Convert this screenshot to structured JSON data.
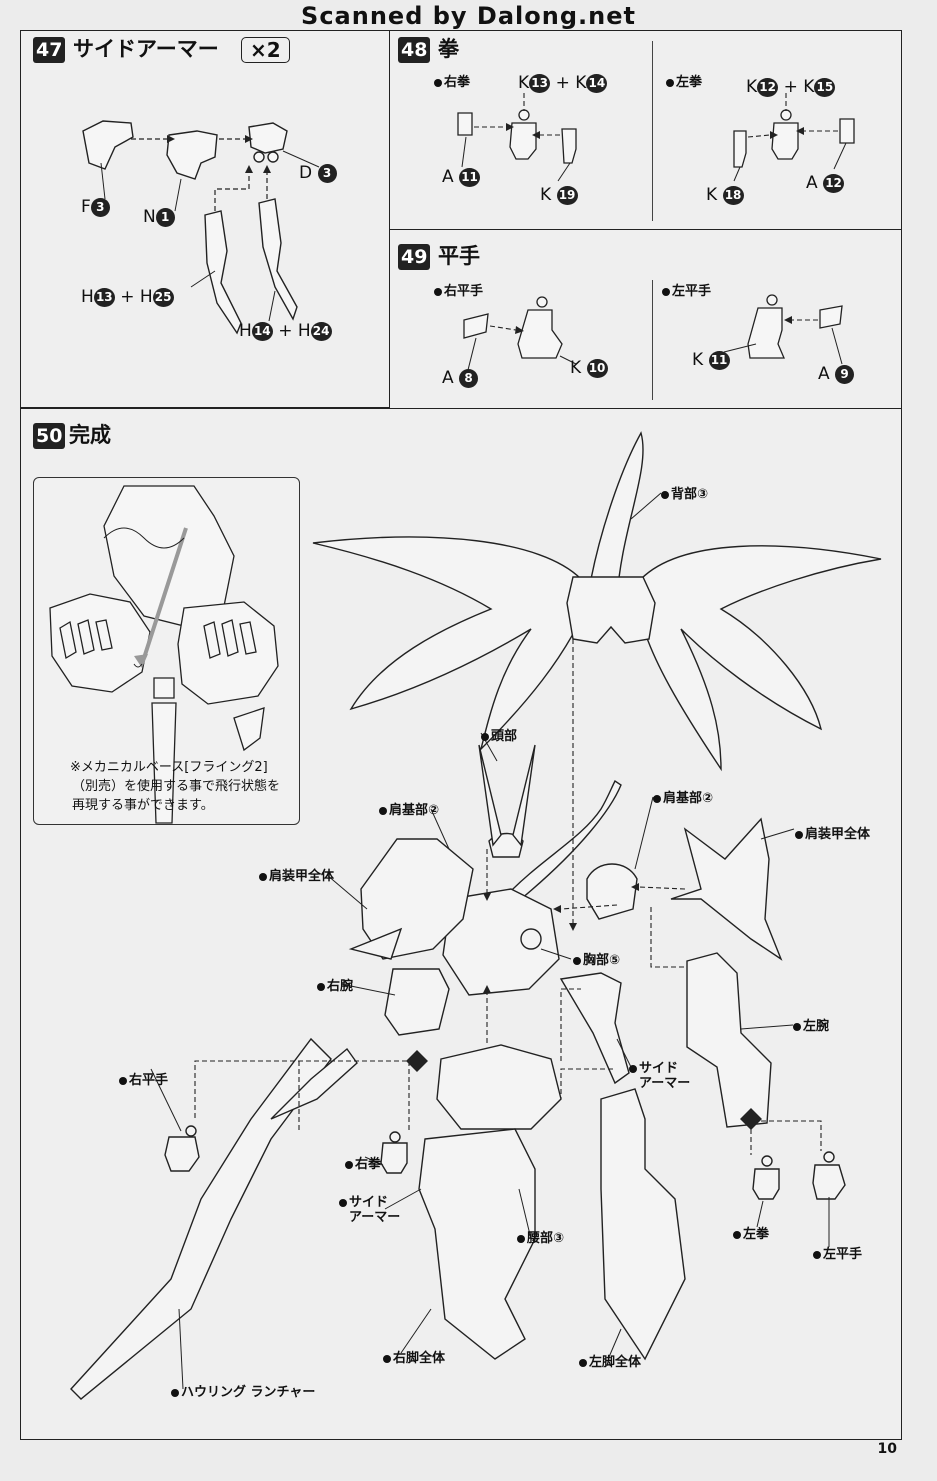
{
  "scan_credit": "Scanned by Dalong.net",
  "page_number": "10",
  "step47": {
    "number": "47",
    "title": "サイドアーマー",
    "quantity": "×2",
    "parts": {
      "f": {
        "letter": "F",
        "num": "3"
      },
      "n": {
        "letter": "N",
        "num": "1"
      },
      "d": {
        "letter": "D",
        "num": "3"
      },
      "combo1": {
        "a": "H",
        "an": "13",
        "plus": "+",
        "b": "H",
        "bn": "25"
      },
      "combo2": {
        "a": "H",
        "an": "14",
        "plus": "+",
        "b": "H",
        "bn": "24"
      }
    }
  },
  "step48": {
    "number": "48",
    "title": "拳",
    "right": {
      "label": "右拳",
      "top": {
        "a": "K",
        "an": "13",
        "plus": "+",
        "b": "K",
        "bn": "14"
      },
      "a": {
        "letter": "A",
        "num": "11"
      },
      "k": {
        "letter": "K",
        "num": "19"
      }
    },
    "left": {
      "label": "左拳",
      "top": {
        "a": "K",
        "an": "12",
        "plus": "+",
        "b": "K",
        "bn": "15"
      },
      "k": {
        "letter": "K",
        "num": "18"
      },
      "a": {
        "letter": "A",
        "num": "12"
      }
    }
  },
  "step49": {
    "number": "49",
    "title": "平手",
    "right": {
      "label": "右平手",
      "a": {
        "letter": "A",
        "num": "8"
      },
      "k": {
        "letter": "K",
        "num": "10"
      }
    },
    "left": {
      "label": "左平手",
      "k": {
        "letter": "K",
        "num": "11"
      },
      "a": {
        "letter": "A",
        "num": "9"
      }
    }
  },
  "step50": {
    "number": "50",
    "title": "完成",
    "note_lines": [
      "※メカニカルベース[フライング2]",
      "（別売）を使用する事で飛行状態を",
      "再現する事ができます。"
    ],
    "labels": {
      "back": "背部③",
      "head": "頭部",
      "shoulder_base_r": "肩基部②",
      "shoulder_base_l": "肩基部②",
      "shoulder_armor_l": "肩装甲全体",
      "shoulder_armor_r": "肩装甲全体",
      "chest": "胸部⑤",
      "right_arm": "右腕",
      "left_arm": "左腕",
      "right_open_hand": "右平手",
      "side_armor_1a": "サイド",
      "side_armor_1b": "アーマー",
      "right_fist": "右拳",
      "side_armor_2a": "サイド",
      "side_armor_2b": "アーマー",
      "waist": "腰部③",
      "left_fist": "左拳",
      "left_open_hand": "左平手",
      "right_leg": "右脚全体",
      "left_leg": "左脚全体",
      "launcher": "ハウリング ランチャー"
    }
  }
}
